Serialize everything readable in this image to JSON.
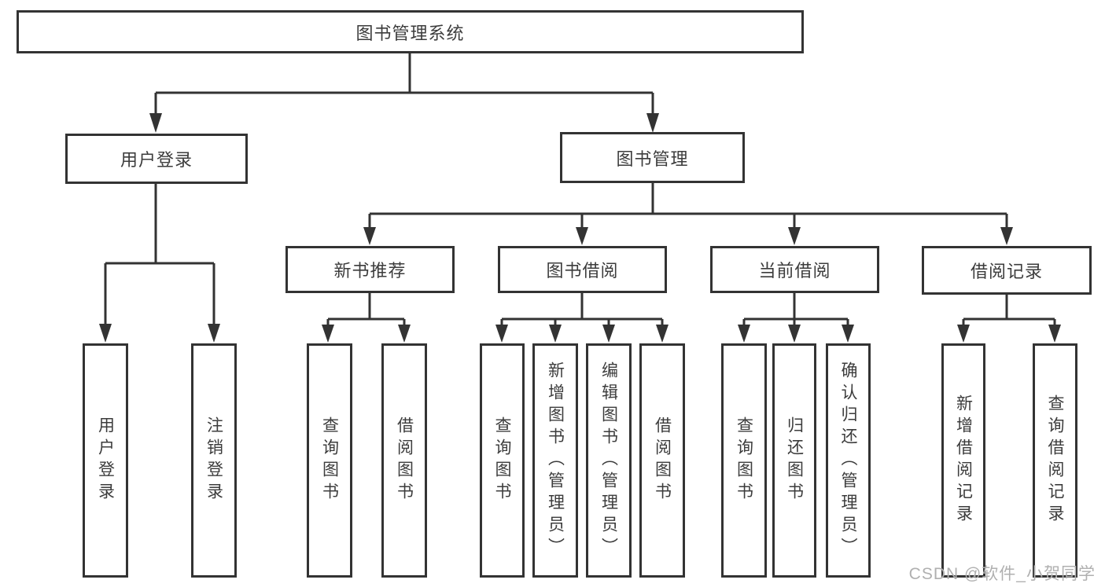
{
  "diagram": {
    "title_node": "图书管理系统",
    "level2": [
      "用户登录",
      "图书管理"
    ],
    "level3": [
      "新书推荐",
      "图书借阅",
      "当前借阅",
      "借阅记录"
    ],
    "leaves": {
      "user_login": [
        "用户登录",
        "注销登录"
      ],
      "new_book": [
        "查询图书",
        "借阅图书"
      ],
      "book_borrow": [
        "查询图书",
        "新增图书（管理员）",
        "编辑图书（管理员）",
        "借阅图书"
      ],
      "current_borrow": [
        "查询图书",
        "归还图书",
        "确认归还（管理员）"
      ],
      "borrow_record": [
        "新增借阅记录",
        "查询借阅记录"
      ]
    }
  },
  "watermark": "CSDN @软件_小贺同学",
  "colors": {
    "line": "#333333",
    "text": "#3c3c3c",
    "watermark": "#b0b0b0",
    "background": "#ffffff"
  }
}
